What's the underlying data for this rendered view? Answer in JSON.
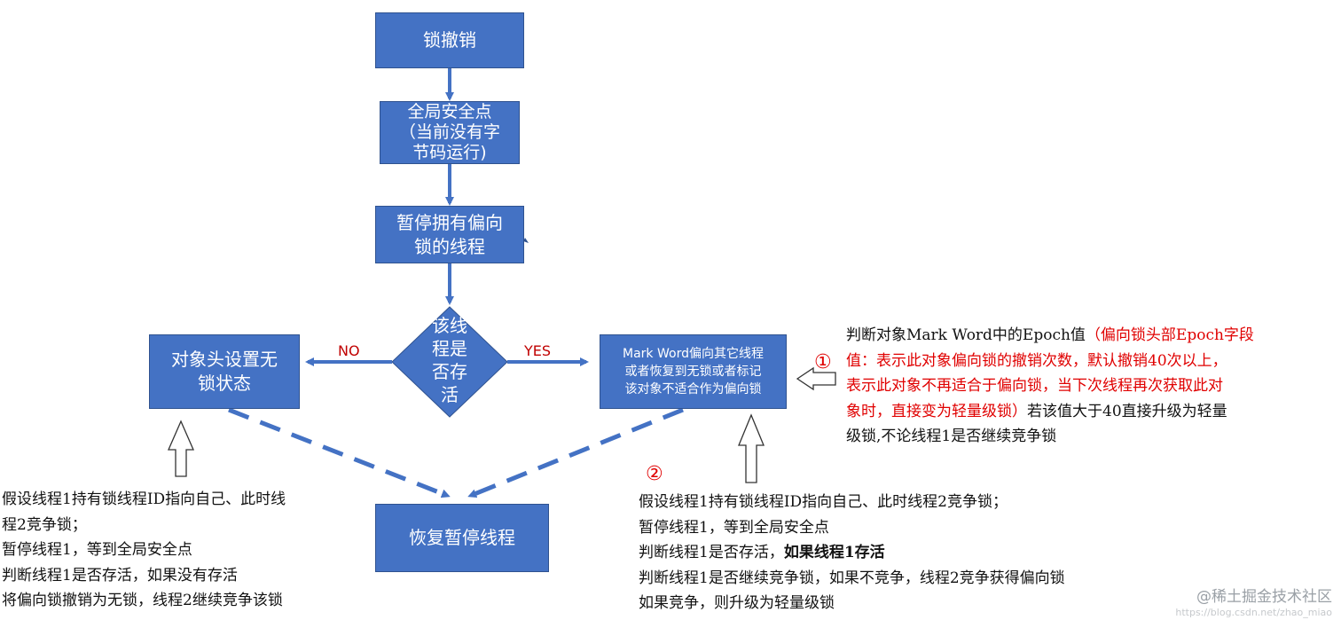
{
  "flow": {
    "revoke": "锁撤销",
    "safepoint": "全局安全点\n（当前没有字\n节码运行)",
    "pause": "暂停拥有偏向\n锁的线程",
    "decision": "该线\n程是\n否存\n活",
    "no_box": "对象头设置无\n锁状态",
    "yes_box": "Mark Word偏向其它线程\n或者恢复到无锁或者标记\n该对象不适合作为偏向锁",
    "resume": "恢复暂停线程",
    "no_label": "NO",
    "yes_label": "YES"
  },
  "note1": {
    "marker": "①",
    "line1_black": "判断对象Mark Word中的Epoch值",
    "line1_red": "（偏向锁头部Epoch字段",
    "line2_red": "值：表示此对象偏向锁的撤销次数，默认撤销40次以上，",
    "line3_red": "表示此对象不再适合于偏向锁，当下次线程再次获取此对",
    "line4_red": "象时，直接变为轻量级锁）",
    "line4_black": "若该值大于40直接升级为轻量",
    "line5_black": "级锁,不论线程1是否继续竞争锁"
  },
  "note_left": {
    "lines": [
      "假设线程1持有锁线程ID指向自己、此时线",
      "程2竞争锁；",
      "暂停线程1，等到全局安全点",
      "判断线程1是否存活，如果没有存活",
      "将偏向锁撤销为无锁，线程2继续竞争该锁"
    ]
  },
  "note_right": {
    "marker": "②",
    "line1": "假设线程1持有锁线程ID指向自己、此时线程2竞争锁；",
    "line2": "暂停线程1，等到全局安全点",
    "line3_normal": "判断线程1是否存活，",
    "line3_bold": "如果线程1存活",
    "line4": "判断线程1是否继续竞争锁，如果不竞争，线程2竞争获得偏向锁",
    "line5": "如果竞争，则升级为轻量级锁"
  },
  "watermark": {
    "brand": "@稀土掘金技术社区",
    "url": "https://blog.csdn.net/zhao_miao"
  },
  "colors": {
    "box_fill": "#4472c4",
    "arrow": "#4472c4",
    "label_red": "#c00000",
    "note_red": "#e00000"
  }
}
